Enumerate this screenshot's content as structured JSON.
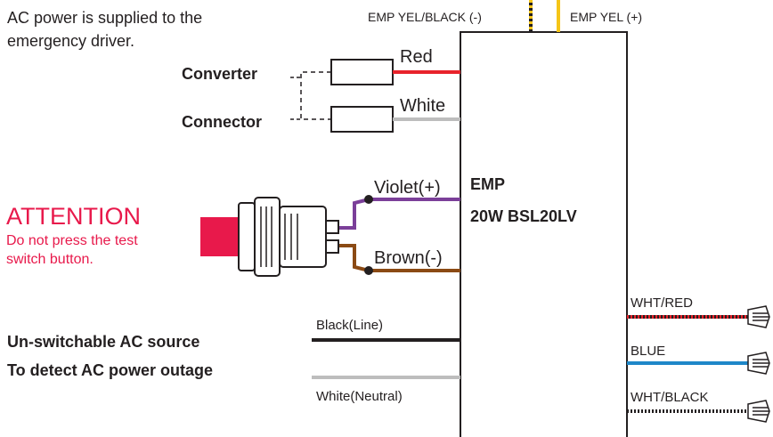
{
  "note": {
    "line1": "AC power is supplied to the",
    "line2": "emergency driver."
  },
  "top_wires": {
    "left": "EMP YEL/BLACK (-)",
    "right": "EMP YEL (+)"
  },
  "parts": {
    "converter": "Converter",
    "connector": "Connector"
  },
  "wires": {
    "red": "Red",
    "white": "White",
    "violet": "Violet(+)",
    "brown": "Brown(-)",
    "black_line": "Black(Line)",
    "white_neutral": "White(Neutral)",
    "wht_red": "WHT/RED",
    "blue": "BLUE",
    "wht_black": "WHT/BLACK"
  },
  "module": {
    "name": "EMP",
    "model": "20W BSL20LV"
  },
  "attention": {
    "title": "ATTENTION",
    "line1": "Do not press the test",
    "line2": "switch button."
  },
  "ac_source": {
    "line1": "Un-switchable AC source",
    "line2": "To detect AC power outage"
  },
  "colors": {
    "red": "#e8232b",
    "violet": "#7b3f99",
    "brown": "#8b4a14",
    "blue": "#1e87c8",
    "yellow": "#f5c518",
    "gray": "#bdbdbd",
    "attention": "#e8194b"
  }
}
